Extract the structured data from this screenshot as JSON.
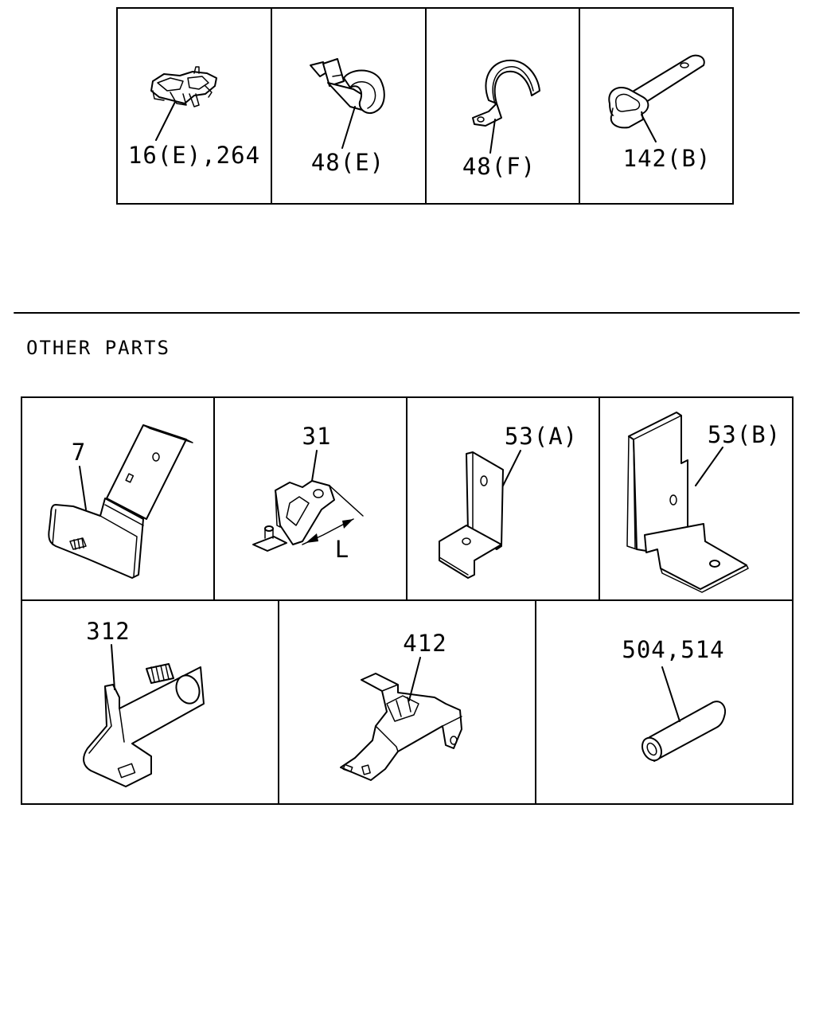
{
  "top_clips": [
    {
      "label": "16(E),264"
    },
    {
      "label": "48(E)"
    },
    {
      "label": "48(F)"
    },
    {
      "label": "142(B)"
    }
  ],
  "section_title": "OTHER PARTS",
  "other_parts_row1": [
    {
      "label": "7"
    },
    {
      "label": "31",
      "dimension_label": "L"
    },
    {
      "label": "53(A)"
    },
    {
      "label": "53(B)"
    }
  ],
  "other_parts_row2": [
    {
      "label": "312"
    },
    {
      "label": "412"
    },
    {
      "label": "504,514"
    }
  ]
}
